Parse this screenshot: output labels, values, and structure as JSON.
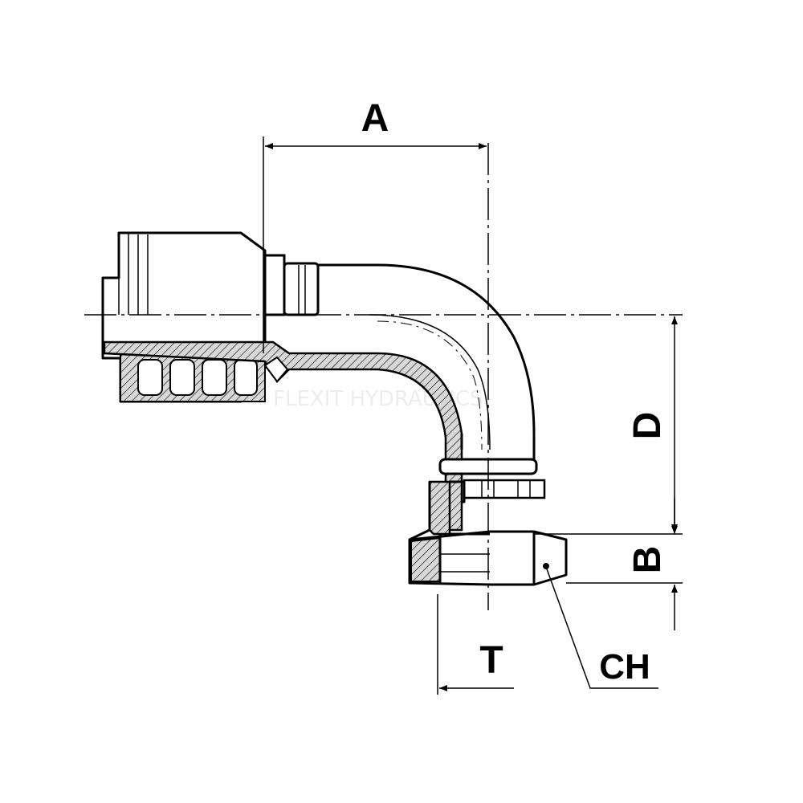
{
  "diagram": {
    "dimension_labels": {
      "a": "A",
      "d": "D",
      "b": "B",
      "t": "T",
      "ch": "CH"
    },
    "watermark": "FLEXIT HYDRAULICS",
    "colors": {
      "line": "#000000",
      "hatch_fill": "#d8d8d8",
      "background": "#ffffff"
    }
  }
}
